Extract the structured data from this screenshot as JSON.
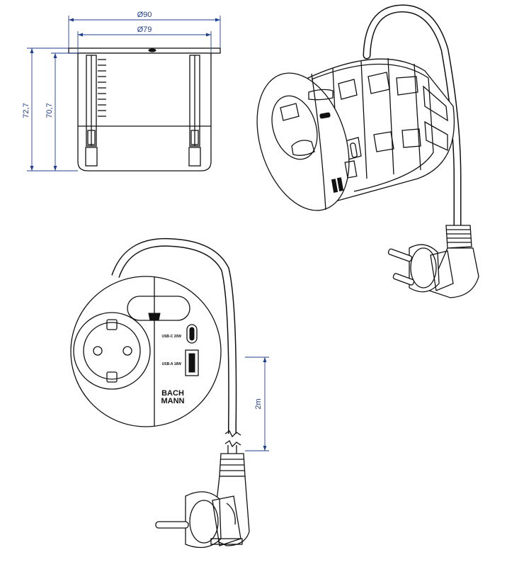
{
  "dimensions": {
    "outer_diameter": "Ø90",
    "inner_diameter": "Ø79",
    "total_height": "72,7",
    "body_height": "70,7",
    "cable_length": "2m"
  },
  "ports": {
    "usb_c_label": "USB-C 20W",
    "usb_a_label": "USB-A 18W"
  },
  "brand": {
    "line1": "BACH",
    "line2": "MANN"
  },
  "colors": {
    "outline": "#111111",
    "dimension": "#1f3f8f",
    "background": "#ffffff"
  }
}
